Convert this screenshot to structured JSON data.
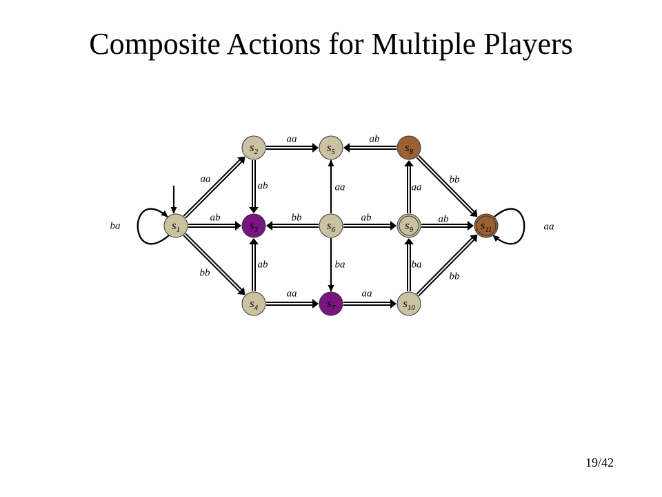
{
  "title": "Composite Actions for Multiple Players",
  "page_number": "19/42",
  "colors": {
    "default": "#cbc2a2",
    "purple": "#7a1481",
    "brown": "#9a6233"
  },
  "nodes": [
    {
      "id": "s1",
      "label": "s",
      "sub": "1",
      "fill": "default"
    },
    {
      "id": "s2",
      "label": "s",
      "sub": "2",
      "fill": "default"
    },
    {
      "id": "s3",
      "label": "s",
      "sub": "3",
      "fill": "purple"
    },
    {
      "id": "s4",
      "label": "s",
      "sub": "4",
      "fill": "default"
    },
    {
      "id": "s5",
      "label": "s",
      "sub": "5",
      "fill": "default"
    },
    {
      "id": "s6",
      "label": "s",
      "sub": "6",
      "fill": "default"
    },
    {
      "id": "s7",
      "label": "s",
      "sub": "7",
      "fill": "purple"
    },
    {
      "id": "s8",
      "label": "s",
      "sub": "8",
      "fill": "brown"
    },
    {
      "id": "s9",
      "label": "s",
      "sub": "9",
      "fill": "default",
      "double": true
    },
    {
      "id": "s10",
      "label": "s",
      "sub": "10",
      "fill": "default"
    },
    {
      "id": "s11",
      "label": "s",
      "sub": "11",
      "fill": "brown",
      "double": true
    }
  ],
  "edges": [
    {
      "from": "s1",
      "to": "s2",
      "label": "aa",
      "style": "double"
    },
    {
      "from": "s1",
      "to": "s3",
      "label": "ab",
      "style": "double"
    },
    {
      "from": "s1",
      "to": "s4",
      "label": "bb",
      "style": "double"
    },
    {
      "from": "s1",
      "to": "s1",
      "label": "ba",
      "style": "loop"
    },
    {
      "from": "s2",
      "to": "s3",
      "label": "ab",
      "style": "double"
    },
    {
      "from": "s2",
      "to": "s5",
      "label": "aa",
      "style": "double"
    },
    {
      "from": "s4",
      "to": "s3",
      "label": "ab",
      "style": "double"
    },
    {
      "from": "s4",
      "to": "s7",
      "label": "aa",
      "style": "double"
    },
    {
      "from": "s6",
      "to": "s3",
      "label": "bb",
      "style": "double"
    },
    {
      "from": "s6",
      "to": "s5",
      "label": "aa",
      "style": "single"
    },
    {
      "from": "s6",
      "to": "s7",
      "label": "ba",
      "style": "single"
    },
    {
      "from": "s6",
      "to": "s9",
      "label": "ab",
      "style": "double"
    },
    {
      "from": "s8",
      "to": "s5",
      "label": "ab",
      "style": "double"
    },
    {
      "from": "s8",
      "to": "s11",
      "label": "bb",
      "style": "double"
    },
    {
      "from": "s9",
      "to": "s8",
      "label": "aa",
      "style": "double"
    },
    {
      "from": "s9",
      "to": "s11",
      "label": "ab",
      "style": "double"
    },
    {
      "from": "s7",
      "to": "s10",
      "label": "aa",
      "style": "double"
    },
    {
      "from": "s10",
      "to": "s9",
      "label": "ba",
      "style": "double"
    },
    {
      "from": "s10",
      "to": "s11",
      "label": "bb",
      "style": "double"
    },
    {
      "from": "s11",
      "to": "s11",
      "label": "aa",
      "style": "loop"
    }
  ],
  "initial": "s1"
}
